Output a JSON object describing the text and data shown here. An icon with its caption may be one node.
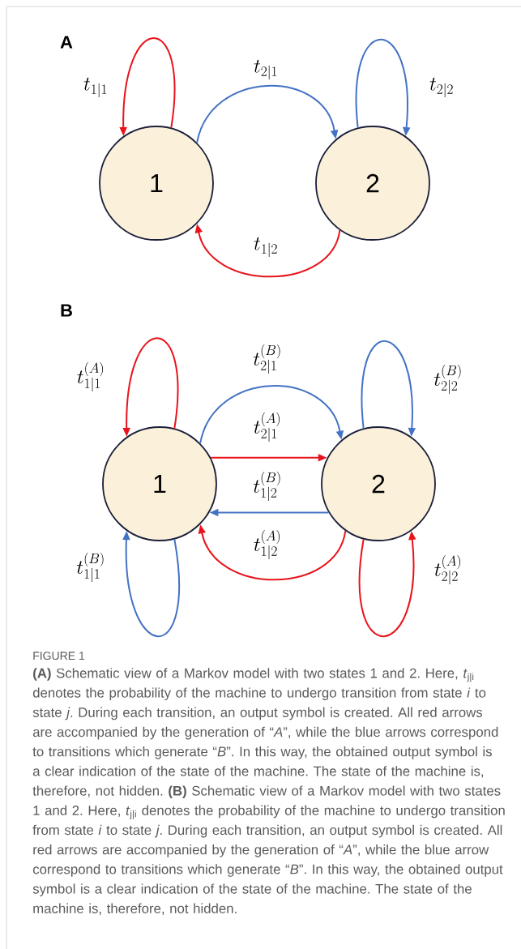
{
  "diagram": {
    "title": "FIGURE 1",
    "caption": "**(A)** Schematic view of a Markov model with two states 1 and 2. Here, *t*$_{j|i}$ denotes the probability of the machine to undergo transition from state *i* to state *j*. During each transition, an output symbol is created. All red arrows are accompanied by the generation of “*A*”, while the blue arrows correspond to transitions which generate “*B*”. In this way, the obtained output symbol is a clear indication of the state of the machine. The state of the machine is, therefore, not hidden. **(B)** Schematic view of a Markov model with two states 1 and 2. Here, *t*$_{j|i}$ denotes the probability of the machine to undergo transition from state *i* to state *j*. During each transition, an output symbol is created. All red arrows are accompanied by the generation of “*A*”, while the blue arrow correspond to transitions which generate “*B*”. In this way, the obtained output symbol is a clear indication of the state of the machine. The state of the machine is, therefore, not hidden.",
    "nodes": [
      {
        "text": [
          "1"
        ]
      },
      {
        "text": [
          "2"
        ]
      },
      {
        "text": [
          "1"
        ]
      },
      {
        "text": [
          "2"
        ]
      }
    ],
    "edges": [
      {
        "from": 0,
        "to": 0,
        "arrow": "to",
        "label": "t_{1|1}",
        "color": "#e8141b"
      },
      {
        "from": 0,
        "to": 1,
        "arrow": "to",
        "label": "t_{2|1}",
        "color": "#4472c4"
      },
      {
        "from": 1,
        "to": 1,
        "arrow": "to",
        "label": "t_{2|2}",
        "color": "#4472c4"
      },
      {
        "from": 1,
        "to": 0,
        "arrow": "to",
        "label": "t_{1|2}",
        "color": "#e8141b"
      },
      {
        "from": 2,
        "to": 2,
        "arrow": "to",
        "label": "t_{1|1}^{(A)}",
        "color": "#e8141b"
      },
      {
        "from": 2,
        "to": 2,
        "arrow": "to",
        "label": "t_{1|1}^{(B)}",
        "color": "#4472c4"
      },
      {
        "from": 2,
        "to": 3,
        "arrow": "to",
        "label": "t_{2|1}^{(B)}",
        "color": "#4472c4"
      },
      {
        "from": 2,
        "to": 3,
        "arrow": "to",
        "label": "t_{2|1}^{(A)}",
        "color": "#e8141b"
      },
      {
        "from": 3,
        "to": 2,
        "arrow": "to",
        "label": "t_{1|2}^{(B)}",
        "color": "#4472c4"
      },
      {
        "from": 3,
        "to": 2,
        "arrow": "to",
        "label": "t_{1|2}^{(A)}",
        "color": "#e8141b"
      },
      {
        "from": 3,
        "to": 3,
        "arrow": "to",
        "label": "t_{2|2}^{(B)}",
        "color": "#4472c4"
      },
      {
        "from": 3,
        "to": 3,
        "arrow": "to",
        "label": "t_{2|2}^{(A)}",
        "color": "#e8141b"
      }
    ],
    "labels": [
      "A",
      "B"
    ]
  }
}
